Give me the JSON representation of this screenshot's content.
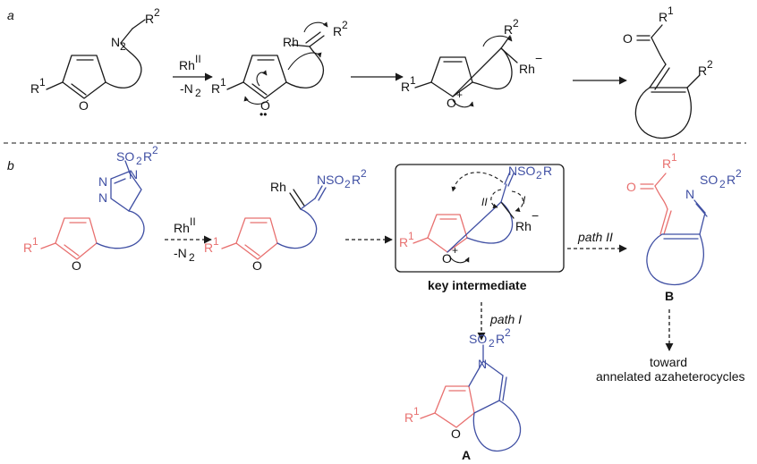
{
  "panels": {
    "a": "a",
    "b": "b"
  },
  "reagents": {
    "catalyst": "Rh",
    "catalyst_ox": "II",
    "byproduct": "-N",
    "byproduct_sub": "2"
  },
  "atoms": {
    "O": "O",
    "N": "N",
    "N2": "N",
    "Rh": "Rh",
    "R": "R",
    "one": "1",
    "two": "2",
    "plus": "+",
    "minus": "−",
    "dots": "••"
  },
  "groups": {
    "SO2": "SO",
    "NSO2": "NSO",
    "SO2_sub": "2",
    "R2": "R",
    "R2_sup": "2"
  },
  "labels": {
    "key_intermediate": "key intermediate",
    "path_I": "path I",
    "path_II": "path II",
    "path_I_roman": "I",
    "path_II_roman": "II",
    "compound_A": "A",
    "compound_B": "B",
    "toward": "toward",
    "annelated": "annelated azaheterocycles"
  },
  "colors": {
    "furan": "#e8706f",
    "tether": "#3f4fa3",
    "text": "#111111"
  }
}
